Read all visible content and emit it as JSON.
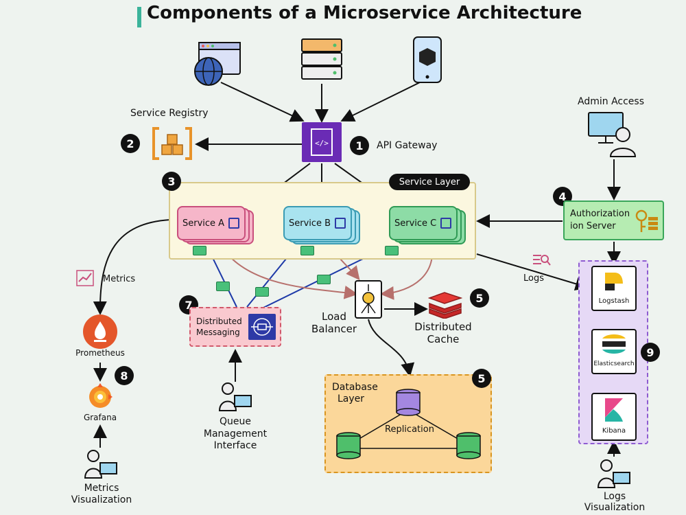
{
  "title": "Components of a Microservice Architecture",
  "badges": [
    "1",
    "2",
    "3",
    "4",
    "5",
    "5",
    "7",
    "8",
    "9"
  ],
  "api_gateway": {
    "label": "API Gateway",
    "glyph": "</>"
  },
  "service_registry": {
    "label": "Service Registry"
  },
  "service_layer": {
    "label": "Service Layer"
  },
  "services": [
    {
      "label": "Service A",
      "color": "#f6b6c9"
    },
    {
      "label": "Service B",
      "color": "#a9e3ef"
    },
    {
      "label": "Service C",
      "color": "#8ddca6"
    }
  ],
  "admin_access": {
    "label": "Admin Access"
  },
  "auth_server": {
    "label_line1": "Authorization",
    "label_line2": "ion Server"
  },
  "logs": {
    "label": "Logs"
  },
  "metrics": {
    "label": "Metrics"
  },
  "distributed_messaging": {
    "line1": "Distributed",
    "line2": "Messaging"
  },
  "load_balancer": {
    "line1": "Load",
    "line2": "Balancer"
  },
  "distributed_cache": {
    "line1": "Distributed",
    "line2": "Cache"
  },
  "database_layer": {
    "line1": "Database",
    "line2": "Layer",
    "replication": "Replication"
  },
  "queue_mgmt": {
    "line1": "Queue",
    "line2": "Management",
    "line3": "Interface"
  },
  "prometheus": {
    "label": "Prometheus"
  },
  "grafana": {
    "label": "Grafana"
  },
  "metrics_viz": {
    "line1": "Metrics",
    "line2": "Visualization"
  },
  "logstash": {
    "label": "Logstash"
  },
  "elasticsearch": {
    "label": "Elasticsearch"
  },
  "kibana": {
    "label": "Kibana"
  },
  "logs_viz": {
    "line1": "Logs",
    "line2": "Visualization"
  },
  "colors": {
    "gateway": "#6a2bb5",
    "service_layer_bg": "#fbf7df",
    "service_layer_border": "#d8c98a",
    "auth_bg": "#b6ecb2",
    "messaging_bg": "#f9c9cf",
    "db_bg": "#fbd79a",
    "elk_bg": "#e6d9f6",
    "accent": "#3bb39a"
  }
}
